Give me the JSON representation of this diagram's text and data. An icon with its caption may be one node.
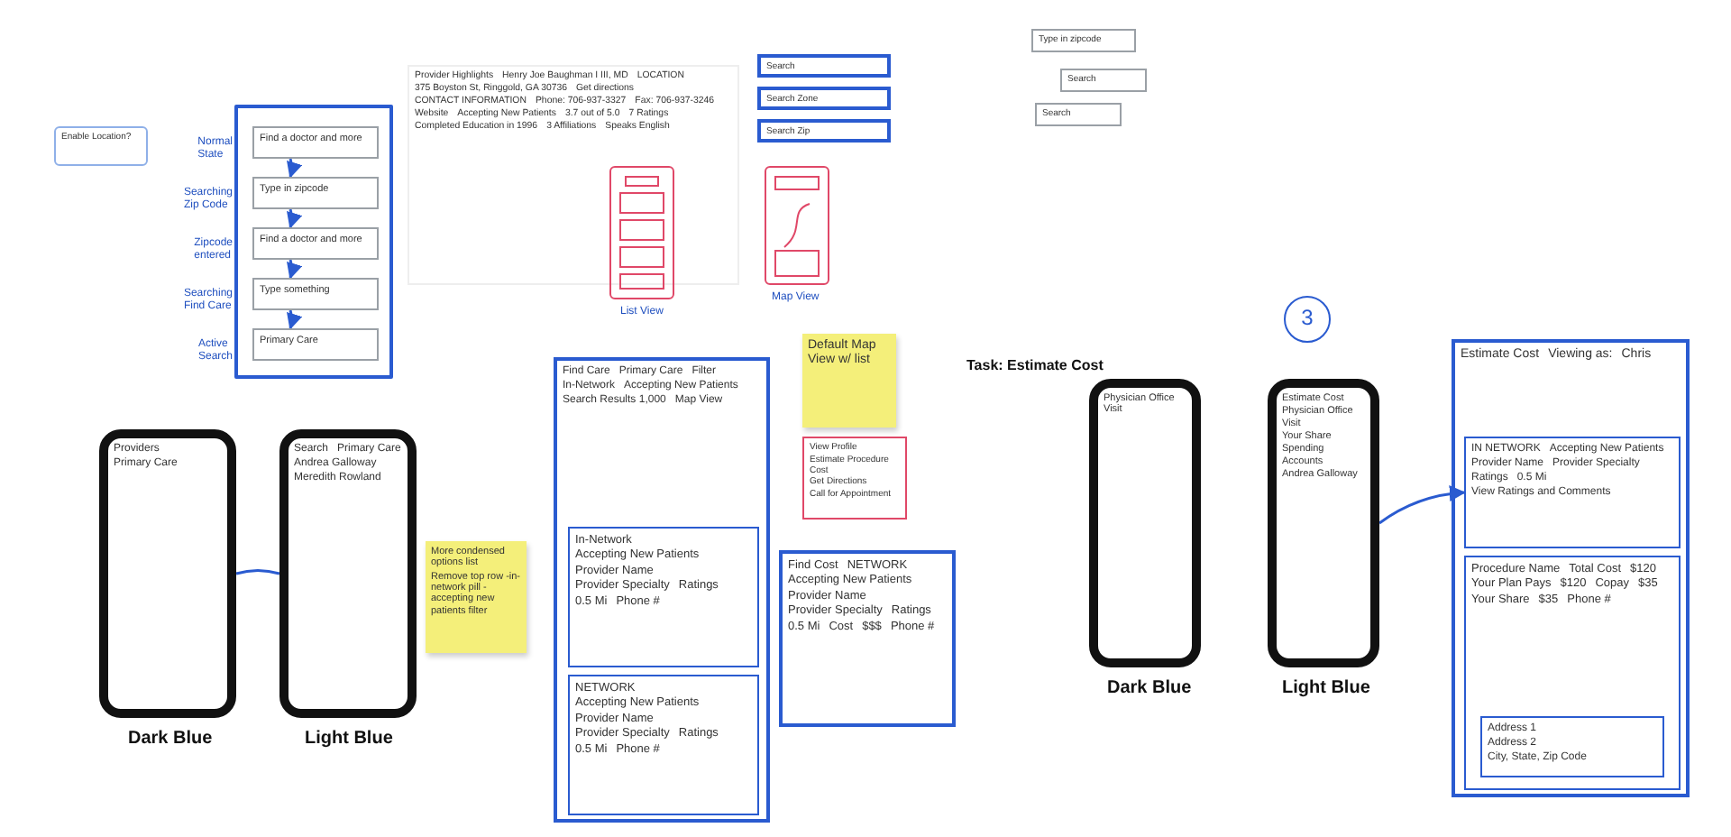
{
  "diagram": {
    "nodes": [
      {
        "text": [
          "Enable Location?"
        ]
      },
      {
        "text": [],
        "shape": "box"
      },
      {
        "text": [
          "Find a doctor and more"
        ],
        "in": 1,
        "beside": [
          "Normal State"
        ]
      },
      {
        "text": [
          "Type in zipcode"
        ],
        "in": 1,
        "beside": [
          "Searching Zip Code"
        ]
      },
      {
        "text": [
          "Find a doctor and more"
        ],
        "in": 1,
        "beside": [
          "Zipcode entered"
        ]
      },
      {
        "text": [
          "Type something"
        ],
        "in": 1,
        "beside": [
          "Searching Find Care"
        ]
      },
      {
        "text": [
          "Primary Care"
        ],
        "in": 1,
        "beside": [
          "Active Search"
        ]
      },
      {
        "text": [
          "Provider Highlights",
          "Henry Joe Baughman I III, MD",
          "LOCATION",
          "375 Boyston St, Ringgold, GA 30736",
          "Get directions",
          "CONTACT INFORMATION",
          "Phone: 706-937-3327",
          "Fax: 706-937-3246",
          "Website",
          "Accepting New Patients",
          "3.7 out of 5.0",
          "7 Ratings",
          "Completed Education in 1996",
          "3 Affiliations",
          "Speaks English"
        ]
      },
      {
        "text": [
          "Search"
        ]
      },
      {
        "text": [
          "Search Zone"
        ]
      },
      {
        "text": [
          "Search Zip"
        ]
      },
      {
        "text": [
          "Type in zipcode"
        ]
      },
      {
        "text": [
          "Search"
        ]
      },
      {
        "text": [
          "Search"
        ]
      },
      {
        "text": [],
        "shape": "picture",
        "beside": [
          "List View"
        ]
      },
      {
        "text": [],
        "shape": "picture",
        "beside": [
          "Map View"
        ]
      },
      {
        "text": [
          "Providers",
          "Primary Care"
        ],
        "beside": [
          "Dark Blue"
        ]
      },
      {
        "text": [
          "Search",
          "Primary Care",
          "Andrea Galloway",
          "Meredith Rowland"
        ],
        "beside": [
          "Light Blue"
        ]
      },
      {
        "text": [
          "More condensed options list",
          "Remove top row -in-network pill -accepting new patients filter"
        ]
      },
      {
        "text": [
          "Find Care",
          "Primary Care",
          "Filter",
          "In-Network",
          "Accepting New Patients",
          "Search Results 1,000",
          "Map View"
        ]
      },
      {
        "text": [
          "In-Network",
          "Accepting New Patients",
          "Provider Name",
          "Provider Specialty",
          "Ratings",
          "0.5 Mi",
          "Phone #"
        ],
        "in": 19
      },
      {
        "text": [
          "NETWORK",
          "Accepting New Patients",
          "Provider Name",
          "Provider Specialty",
          "Ratings",
          "0.5 Mi",
          "Phone #"
        ],
        "in": 19
      },
      {
        "text": [
          "Default Map View w/ list"
        ]
      },
      {
        "text": [
          "View Profile",
          "Estimate Procedure Cost",
          "Get Directions",
          "Call for Appointment"
        ]
      },
      {
        "text": [
          "Find Cost",
          "NETWORK",
          "Accepting New Patients",
          "Provider Name",
          "Provider Specialty",
          "Ratings",
          "0.5 Mi",
          "Cost",
          "$$$",
          "Phone #"
        ]
      },
      {
        "text": [
          "3"
        ]
      },
      {
        "text": [
          "Physician Office Visit"
        ],
        "beside": [
          "Dark Blue"
        ]
      },
      {
        "text": [
          "Estimate Cost",
          "Physician Office Visit",
          "Your Share",
          "Spending Accounts",
          "Andrea Galloway"
        ],
        "beside": [
          "Light Blue"
        ]
      },
      {
        "text": [
          "Estimate Cost",
          "Viewing as:",
          "Chris"
        ]
      },
      {
        "text": [
          "IN NETWORK",
          "Accepting New Patients",
          "Provider Name",
          "Provider Specialty",
          "Ratings",
          "0.5 Mi",
          "View Ratings and Comments"
        ],
        "in": 28
      },
      {
        "text": [
          "Procedure Name",
          "Total Cost",
          "$120",
          "Your Plan Pays",
          "$120",
          "Copay",
          "$35",
          "Your Share",
          "$35",
          "Phone #"
        ],
        "in": 28
      },
      {
        "text": [
          "Address 1",
          "Address 2",
          "City, State, Zip Code"
        ],
        "in": 30
      }
    ],
    "edges": [
      {
        "from": 2,
        "to": 3,
        "arrow": "to"
      },
      {
        "from": 3,
        "to": 4,
        "arrow": "to"
      },
      {
        "from": 4,
        "to": 5,
        "arrow": "to"
      },
      {
        "from": 5,
        "to": 6,
        "arrow": "to"
      },
      {
        "from": 16,
        "to": 17,
        "arrow": "none"
      },
      {
        "from": 27,
        "to": 29,
        "arrow": "to"
      }
    ],
    "labels": [
      "Task: Estimate Cost"
    ]
  }
}
